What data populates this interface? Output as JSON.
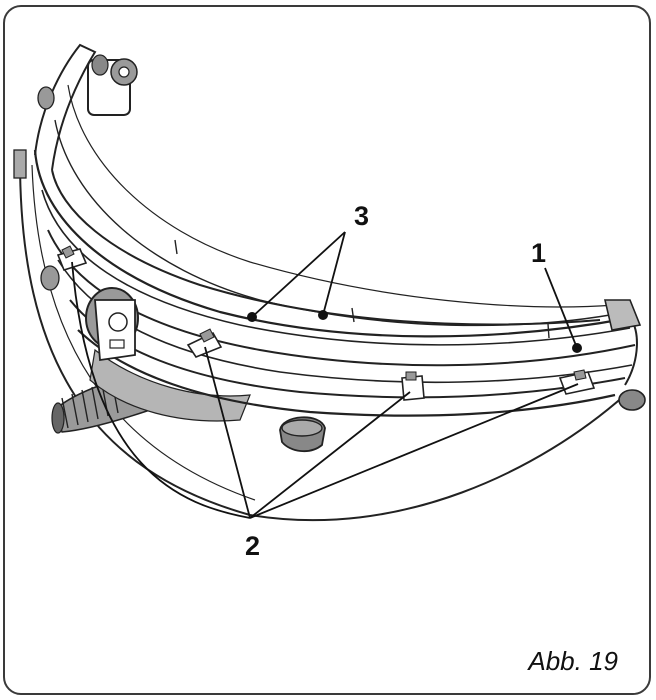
{
  "figure": {
    "callouts": {
      "label_1": "1",
      "label_2": "2",
      "label_3": "3"
    },
    "caption": "Abb. 19",
    "colors": {
      "line": "#222222",
      "shade": "#9a9a9a",
      "frame": "#3a3a3a"
    }
  }
}
